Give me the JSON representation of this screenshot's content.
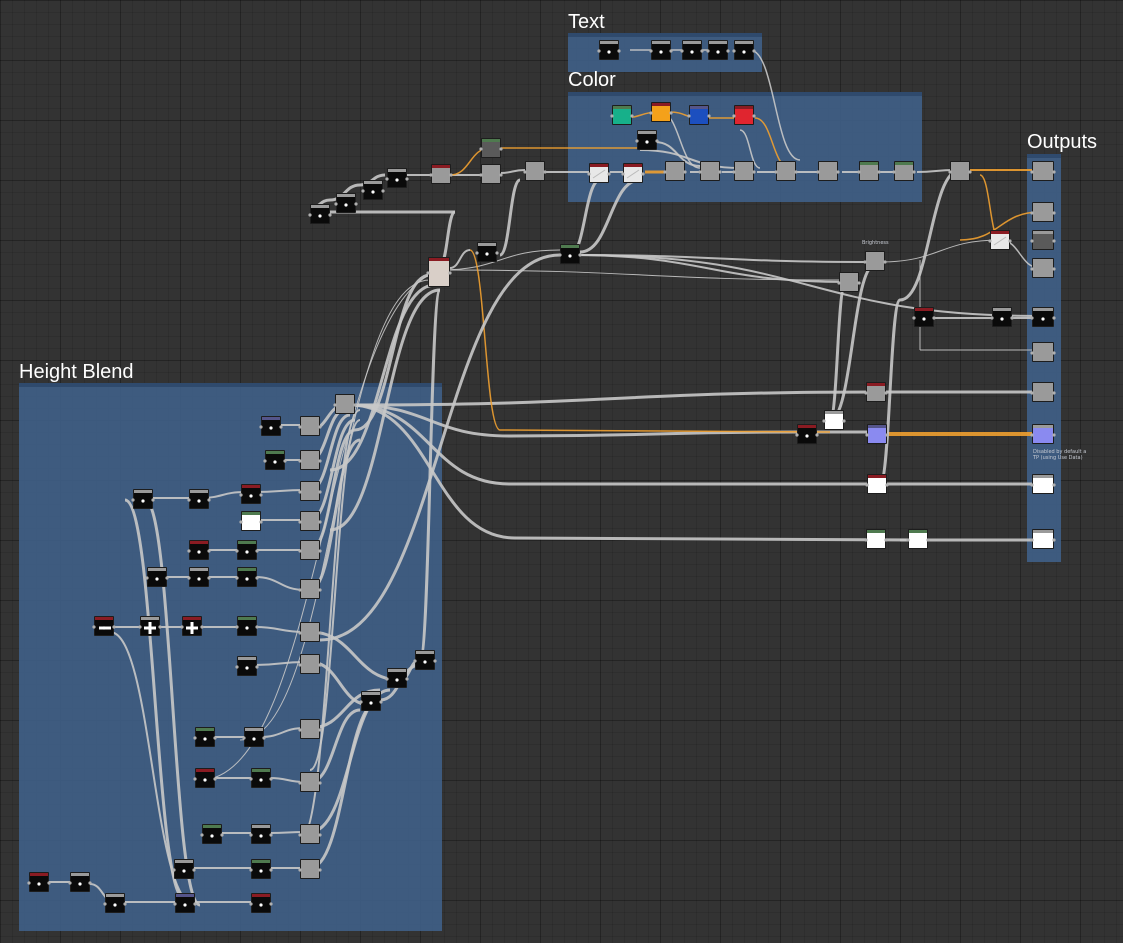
{
  "frames": {
    "text": {
      "title": "Text"
    },
    "color": {
      "title": "Color"
    },
    "outputs": {
      "title": "Outputs"
    },
    "height_blend": {
      "title": "Height Blend"
    }
  },
  "notes": {
    "brightness": "Brightness",
    "outputs_note_line1": "Disabled by default a",
    "outputs_note_line2": "TP (using Use Data)"
  },
  "colors": {
    "canvas": "#333333",
    "frame_fill": "#3f5e85",
    "frame_header": "#2f4a6d",
    "wire": "#c8c8c8",
    "wire_orange": "#f0a030",
    "header_red": "#8a1b22",
    "header_green": "#4f7a4f",
    "header_gray": "#9a9a9a",
    "header_purple": "#55558a",
    "swatch_teal": "#17b08a",
    "swatch_orange": "#f4a11a",
    "swatch_blue": "#1c4fbf",
    "swatch_red": "#e0252f",
    "normal_blue": "#8a8af0"
  }
}
